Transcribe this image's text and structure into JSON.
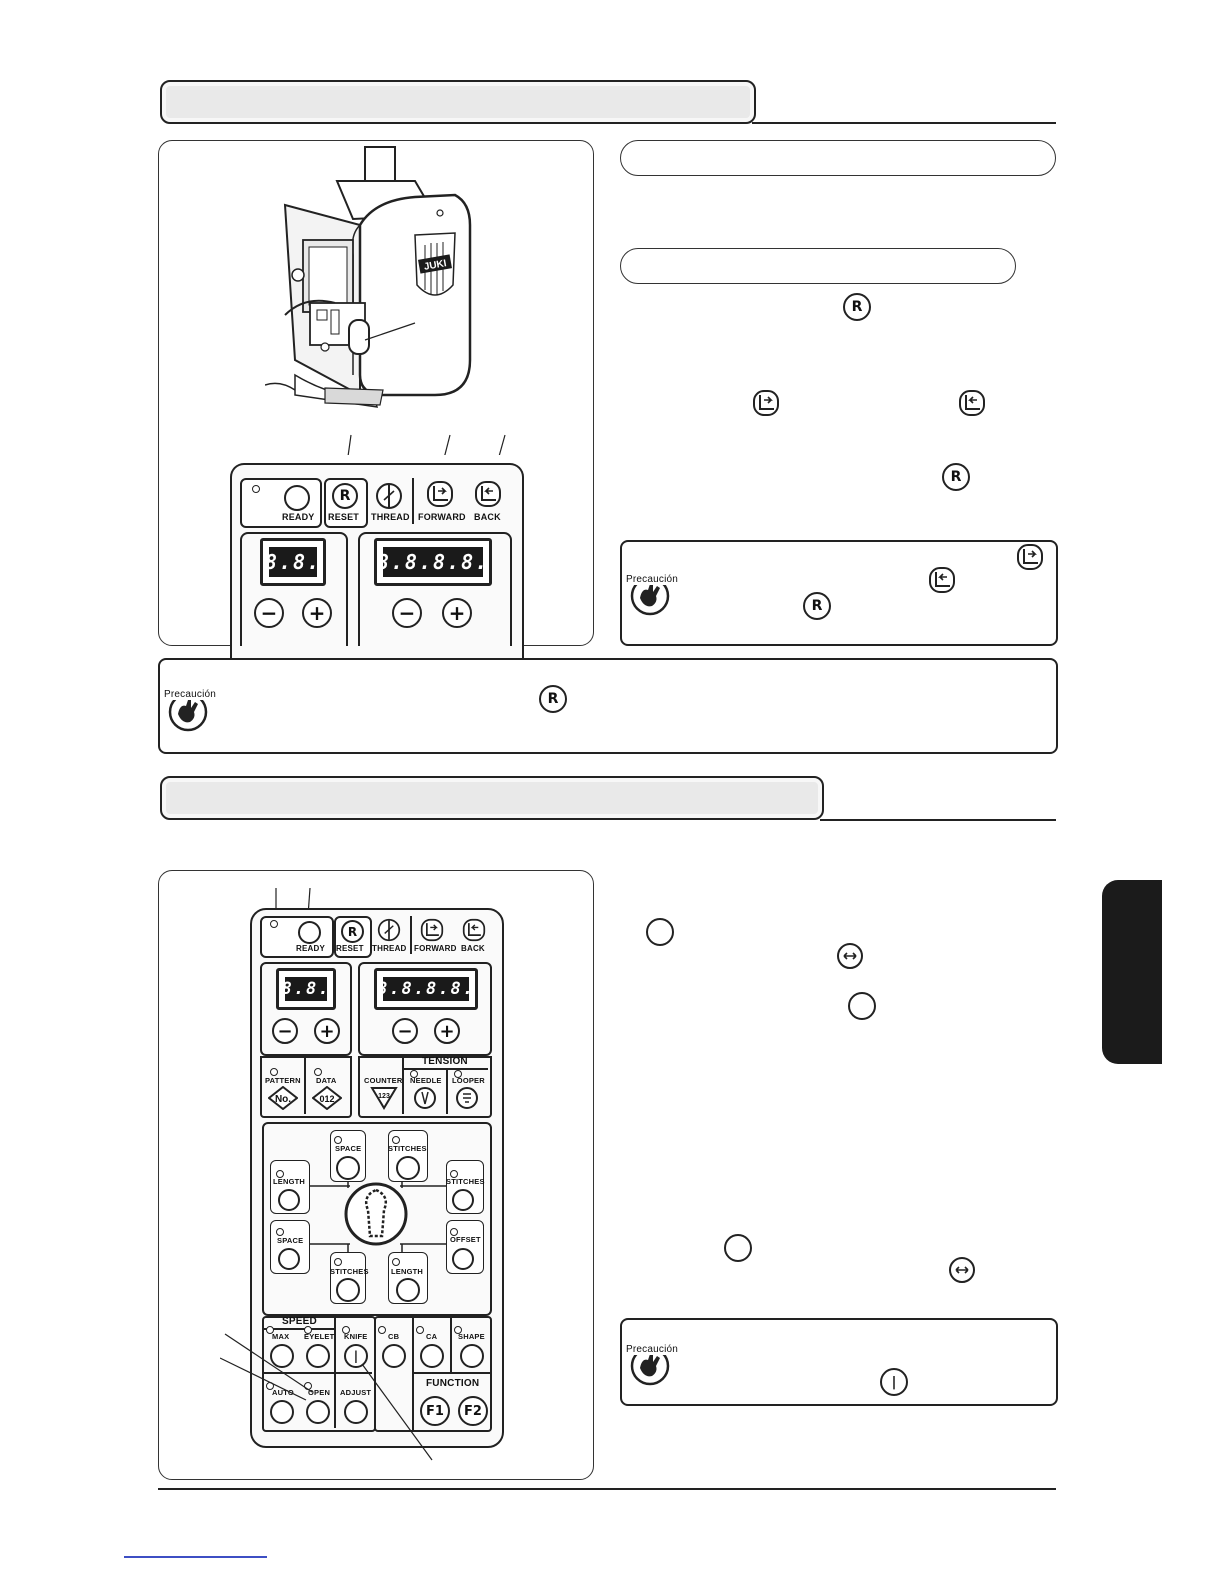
{
  "icons": {
    "reset": "reset-r-icon",
    "ready": "ready-circle-icon",
    "forward": "forward-arrow-icon",
    "back": "back-arrow-icon",
    "thread": "thread-icon",
    "caution": "caution-hand-icon",
    "open": "open-clamp-icon",
    "knife": "knife-icon"
  },
  "caution_label": "Precaución",
  "panel_top": {
    "keys": {
      "ready": "READY",
      "reset": "RESET",
      "thread": "THREAD",
      "forward": "FORWARD",
      "back": "BACK"
    },
    "key_glyph_reset": "R",
    "lcd_small": "8.8.",
    "lcd_large": "8.8.8.8.",
    "minus": "−",
    "plus": "+"
  },
  "panel_bottom": {
    "keys": {
      "ready": "READY",
      "reset": "RESET",
      "thread": "THREAD",
      "forward": "FORWARD",
      "back": "BACK"
    },
    "key_glyph_reset": "R",
    "lcd_small": "8.8.",
    "lcd_large": "8.8.8.8.",
    "minus": "−",
    "plus": "+",
    "row_labels": {
      "pattern": "PATTERN",
      "pattern_glyph": "No.",
      "data": "DATA",
      "data_glyph": "012",
      "counter": "COUNTER",
      "counter_glyph": "123",
      "needle": "NEEDLE",
      "looper": "LOOPER",
      "tension": "TENSION"
    },
    "shape_labels": {
      "space_top": "SPACE",
      "stitches_top": "STITCHES",
      "length_left": "LENGTH",
      "stitches_right": "STITCHES",
      "space_left": "SPACE",
      "offset": "OFFSET",
      "stitches_bottom": "STITCHES",
      "length_bottom": "LENGTH"
    },
    "speed": {
      "title": "SPEED",
      "max": "MAX",
      "eyelet": "EYELET",
      "auto": "AUTO"
    },
    "knife": "KNIFE",
    "open": "OPEN",
    "adjust": "ADJUST",
    "cb": "CB",
    "ca": "CA",
    "shape": "SHAPE",
    "function": {
      "title": "FUNCTION",
      "f1": "F1",
      "f2": "F2"
    }
  },
  "machine": {
    "brand": "JUKI"
  }
}
